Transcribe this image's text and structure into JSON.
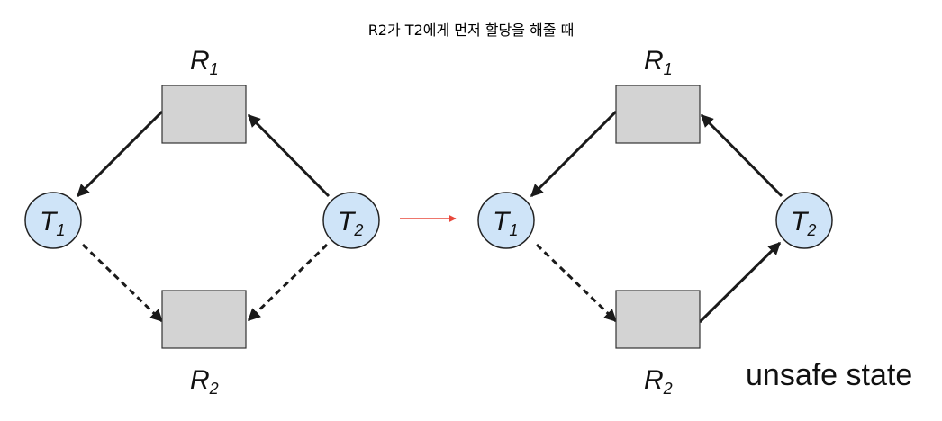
{
  "caption": "R2가 T2에게 먼저 할당을 해줄 때",
  "status_label": "unsafe state",
  "colors": {
    "resource_fill": "#d3d3d3",
    "thread_fill": "#cfe4f8",
    "edge": "#1a1a1a",
    "transition_arrow": "#e8483c"
  },
  "left_graph": {
    "resources": [
      {
        "id": "R1",
        "main": "R",
        "sub": "1"
      },
      {
        "id": "R2",
        "main": "R",
        "sub": "2"
      }
    ],
    "threads": [
      {
        "id": "T1",
        "main": "T",
        "sub": "1"
      },
      {
        "id": "T2",
        "main": "T",
        "sub": "2"
      }
    ],
    "edges": [
      {
        "from": "R1",
        "to": "T1",
        "kind": "assignment"
      },
      {
        "from": "T2",
        "to": "R1",
        "kind": "request"
      },
      {
        "from": "T1",
        "to": "R2",
        "kind": "claim"
      },
      {
        "from": "T2",
        "to": "R2",
        "kind": "claim"
      }
    ]
  },
  "right_graph": {
    "resources": [
      {
        "id": "R1",
        "main": "R",
        "sub": "1"
      },
      {
        "id": "R2",
        "main": "R",
        "sub": "2"
      }
    ],
    "threads": [
      {
        "id": "T1",
        "main": "T",
        "sub": "1"
      },
      {
        "id": "T2",
        "main": "T",
        "sub": "2"
      }
    ],
    "edges": [
      {
        "from": "R1",
        "to": "T1",
        "kind": "assignment"
      },
      {
        "from": "T2",
        "to": "R1",
        "kind": "request"
      },
      {
        "from": "T1",
        "to": "R2",
        "kind": "claim"
      },
      {
        "from": "R2",
        "to": "T2",
        "kind": "assignment"
      }
    ]
  }
}
